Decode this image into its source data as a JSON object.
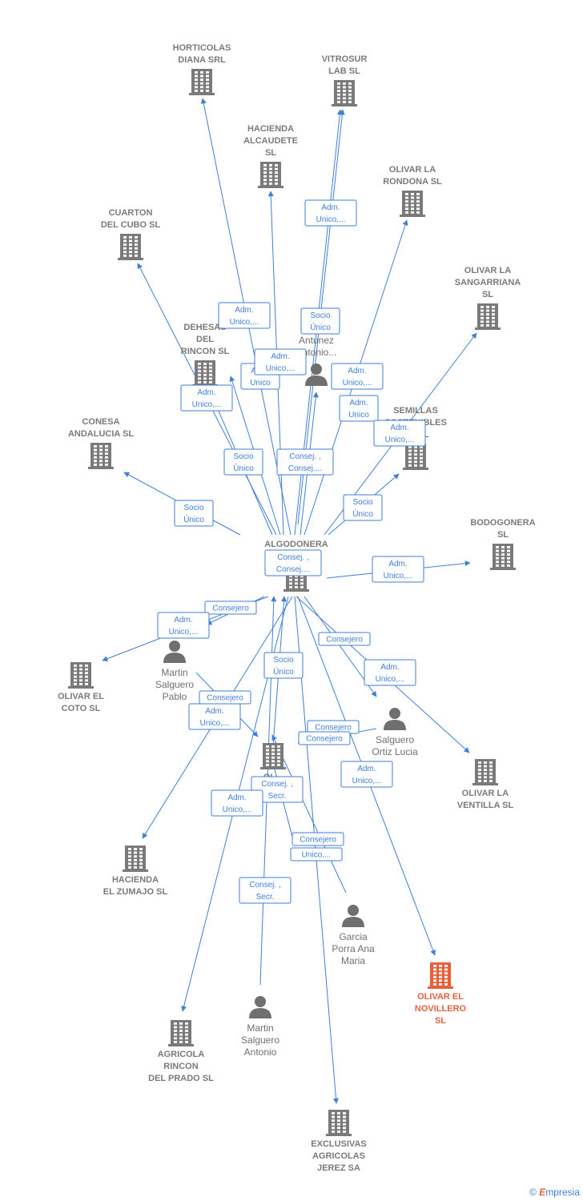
{
  "colors": {
    "edge": "#3f7fd6",
    "company": "#7a7a7a",
    "highlight": "#e8603a",
    "person": "#6f6f6f"
  },
  "nodes": [
    {
      "id": "horticolas",
      "type": "company",
      "lines": [
        "HORTICOLAS",
        "DIANA SRL"
      ]
    },
    {
      "id": "vitrosur",
      "type": "company",
      "lines": [
        "VITROSUR",
        "LAB SL"
      ]
    },
    {
      "id": "hacienda_alc",
      "type": "company",
      "lines": [
        "HACIENDA",
        "ALCAUDETE",
        "SL"
      ]
    },
    {
      "id": "olivar_rondona",
      "type": "company",
      "lines": [
        "OLIVAR LA",
        "RONDONA  SL"
      ]
    },
    {
      "id": "cuarton",
      "type": "company",
      "lines": [
        "CUARTON",
        "DEL CUBO SL"
      ]
    },
    {
      "id": "olivar_sang",
      "type": "company",
      "lines": [
        "OLIVAR LA",
        "SANGARRIANA",
        "SL"
      ]
    },
    {
      "id": "dehesas",
      "type": "company",
      "lines": [
        "DEHESAS",
        "DEL",
        "RINCON  SL"
      ]
    },
    {
      "id": "person_antonio_top",
      "type": "person",
      "lines": [
        "M...",
        "Antunez",
        "Antonio..."
      ]
    },
    {
      "id": "semillas",
      "type": "company",
      "lines": [
        "SEMILLAS",
        "SOSTENIBLES",
        "...A SL"
      ]
    },
    {
      "id": "conesa",
      "type": "company",
      "lines": [
        "CONESA",
        "ANDALUCIA  SL"
      ]
    },
    {
      "id": "bodogonera",
      "type": "company",
      "lines": [
        "BODOGONERA",
        "SL"
      ]
    },
    {
      "id": "algodonera",
      "type": "company",
      "lines": [
        "ALGODONERA",
        "...A"
      ]
    },
    {
      "id": "olivar_coto",
      "type": "company",
      "lines": [
        "OLIVAR EL",
        "COTO  SL"
      ]
    },
    {
      "id": "martin_pablo",
      "type": "person",
      "lines": [
        "Martin",
        "Salguero",
        "Pablo"
      ]
    },
    {
      "id": "salguero_lucia",
      "type": "person",
      "lines": [
        "Salguero",
        "Ortiz Lucia"
      ]
    },
    {
      "id": "olivar_ventilla",
      "type": "company",
      "lines": [
        "OLIVAR LA",
        "VENTILLA  SL"
      ]
    },
    {
      "id": "center2",
      "type": "company",
      "lines": [
        "OL..."
      ]
    },
    {
      "id": "hacienda_zumajo",
      "type": "company",
      "lines": [
        "HACIENDA",
        "EL ZUMAJO  SL"
      ]
    },
    {
      "id": "garcia",
      "type": "person",
      "lines": [
        "Garcia",
        "Porra Ana",
        "Maria"
      ]
    },
    {
      "id": "olivar_novillero",
      "type": "company",
      "highlight": true,
      "lines": [
        "OLIVAR EL",
        "NOVILLERO",
        "SL"
      ]
    },
    {
      "id": "martin_antonio",
      "type": "person",
      "lines": [
        "Martin",
        "Salguero",
        "Antonio"
      ]
    },
    {
      "id": "agricola_rincon",
      "type": "company",
      "lines": [
        "AGRICOLA",
        "RINCON",
        "DEL PRADO SL"
      ]
    },
    {
      "id": "exclusivas",
      "type": "company",
      "lines": [
        "EXCLUSIVAS",
        "AGRICOLAS",
        "JEREZ SA"
      ]
    }
  ],
  "edge_labels": [
    [
      "Adm.",
      "Unico,..."
    ],
    [
      "Socio",
      "Único"
    ],
    [
      "Adm.",
      "Unico,..."
    ],
    [
      "Adm.",
      "Unico,..."
    ],
    [
      "Adm.",
      "Unico"
    ],
    [
      "Adm.",
      "Unico,..."
    ],
    [
      "Adm.",
      "Unico,..."
    ],
    [
      "Adm.",
      "Unico"
    ],
    [
      "Adm.",
      "Unico,..."
    ],
    [
      "Socio",
      "Único"
    ],
    [
      "Consej. ,",
      "Consej...."
    ],
    [
      "Socio",
      "Único"
    ],
    [
      "Socio",
      "Único"
    ],
    [
      "Consej. ,",
      "Consej...."
    ],
    [
      "Adm.",
      "Unico,..."
    ],
    [
      "Consejero"
    ],
    [
      "Adm.",
      "Unico,..."
    ],
    [
      "Consejero"
    ],
    [
      "Socio",
      "Único"
    ],
    [
      "Adm.",
      "Unico,..."
    ],
    [
      "Consejero"
    ],
    [
      "Adm.",
      "Unico,..."
    ],
    [
      "Consejero"
    ],
    [
      "Consejero"
    ],
    [
      "Adm.",
      "Unico,..."
    ],
    [
      "Consej. ,",
      "Secr."
    ],
    [
      "Adm.",
      "Unico,..."
    ],
    [
      "Consejero"
    ],
    [
      "Unico,..."
    ],
    [
      "Consej. ,",
      "Secr."
    ]
  ],
  "footer": {
    "copyright": "©",
    "brand_first": "E",
    "brand_rest": "mpresia"
  }
}
